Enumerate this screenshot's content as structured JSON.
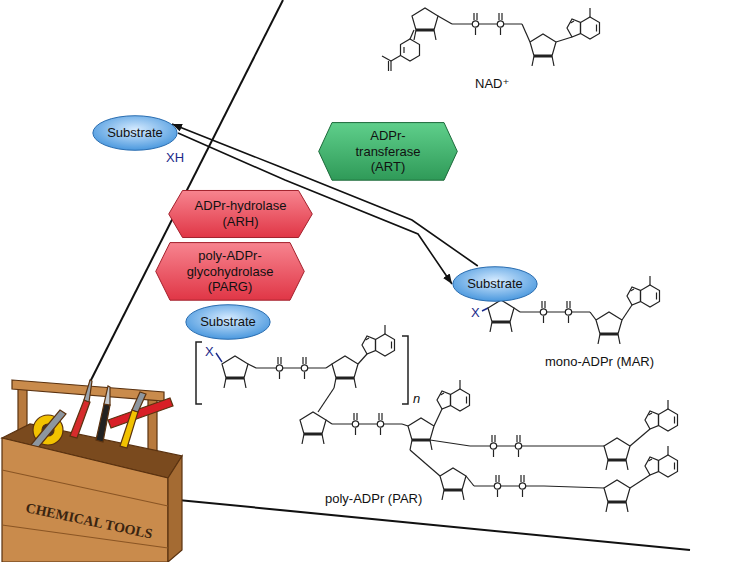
{
  "diagram": {
    "nodes": [
      {
        "text": [
          "Substrate"
        ]
      },
      {
        "text": [
          "ADPr-transferase (ART)"
        ]
      },
      {
        "text": [
          "ADPr-hydrolase (ARH)"
        ]
      },
      {
        "text": [
          "poly-ADPr-glycohydrolase (PARG)"
        ]
      },
      {
        "text": [
          "Substrate"
        ]
      },
      {
        "text": [
          "Substrate"
        ]
      }
    ],
    "edges": [
      {
        "from": 0,
        "to": 4,
        "arrow": "to"
      },
      {
        "from": 4,
        "to": 0,
        "arrow": "to"
      }
    ],
    "labels": [
      "NAD⁺",
      "XH",
      "X",
      "X",
      "mono-ADPr (MAR)",
      "n",
      "poly-ADPr (PAR)",
      "CHEMICAL TOOLS"
    ]
  }
}
